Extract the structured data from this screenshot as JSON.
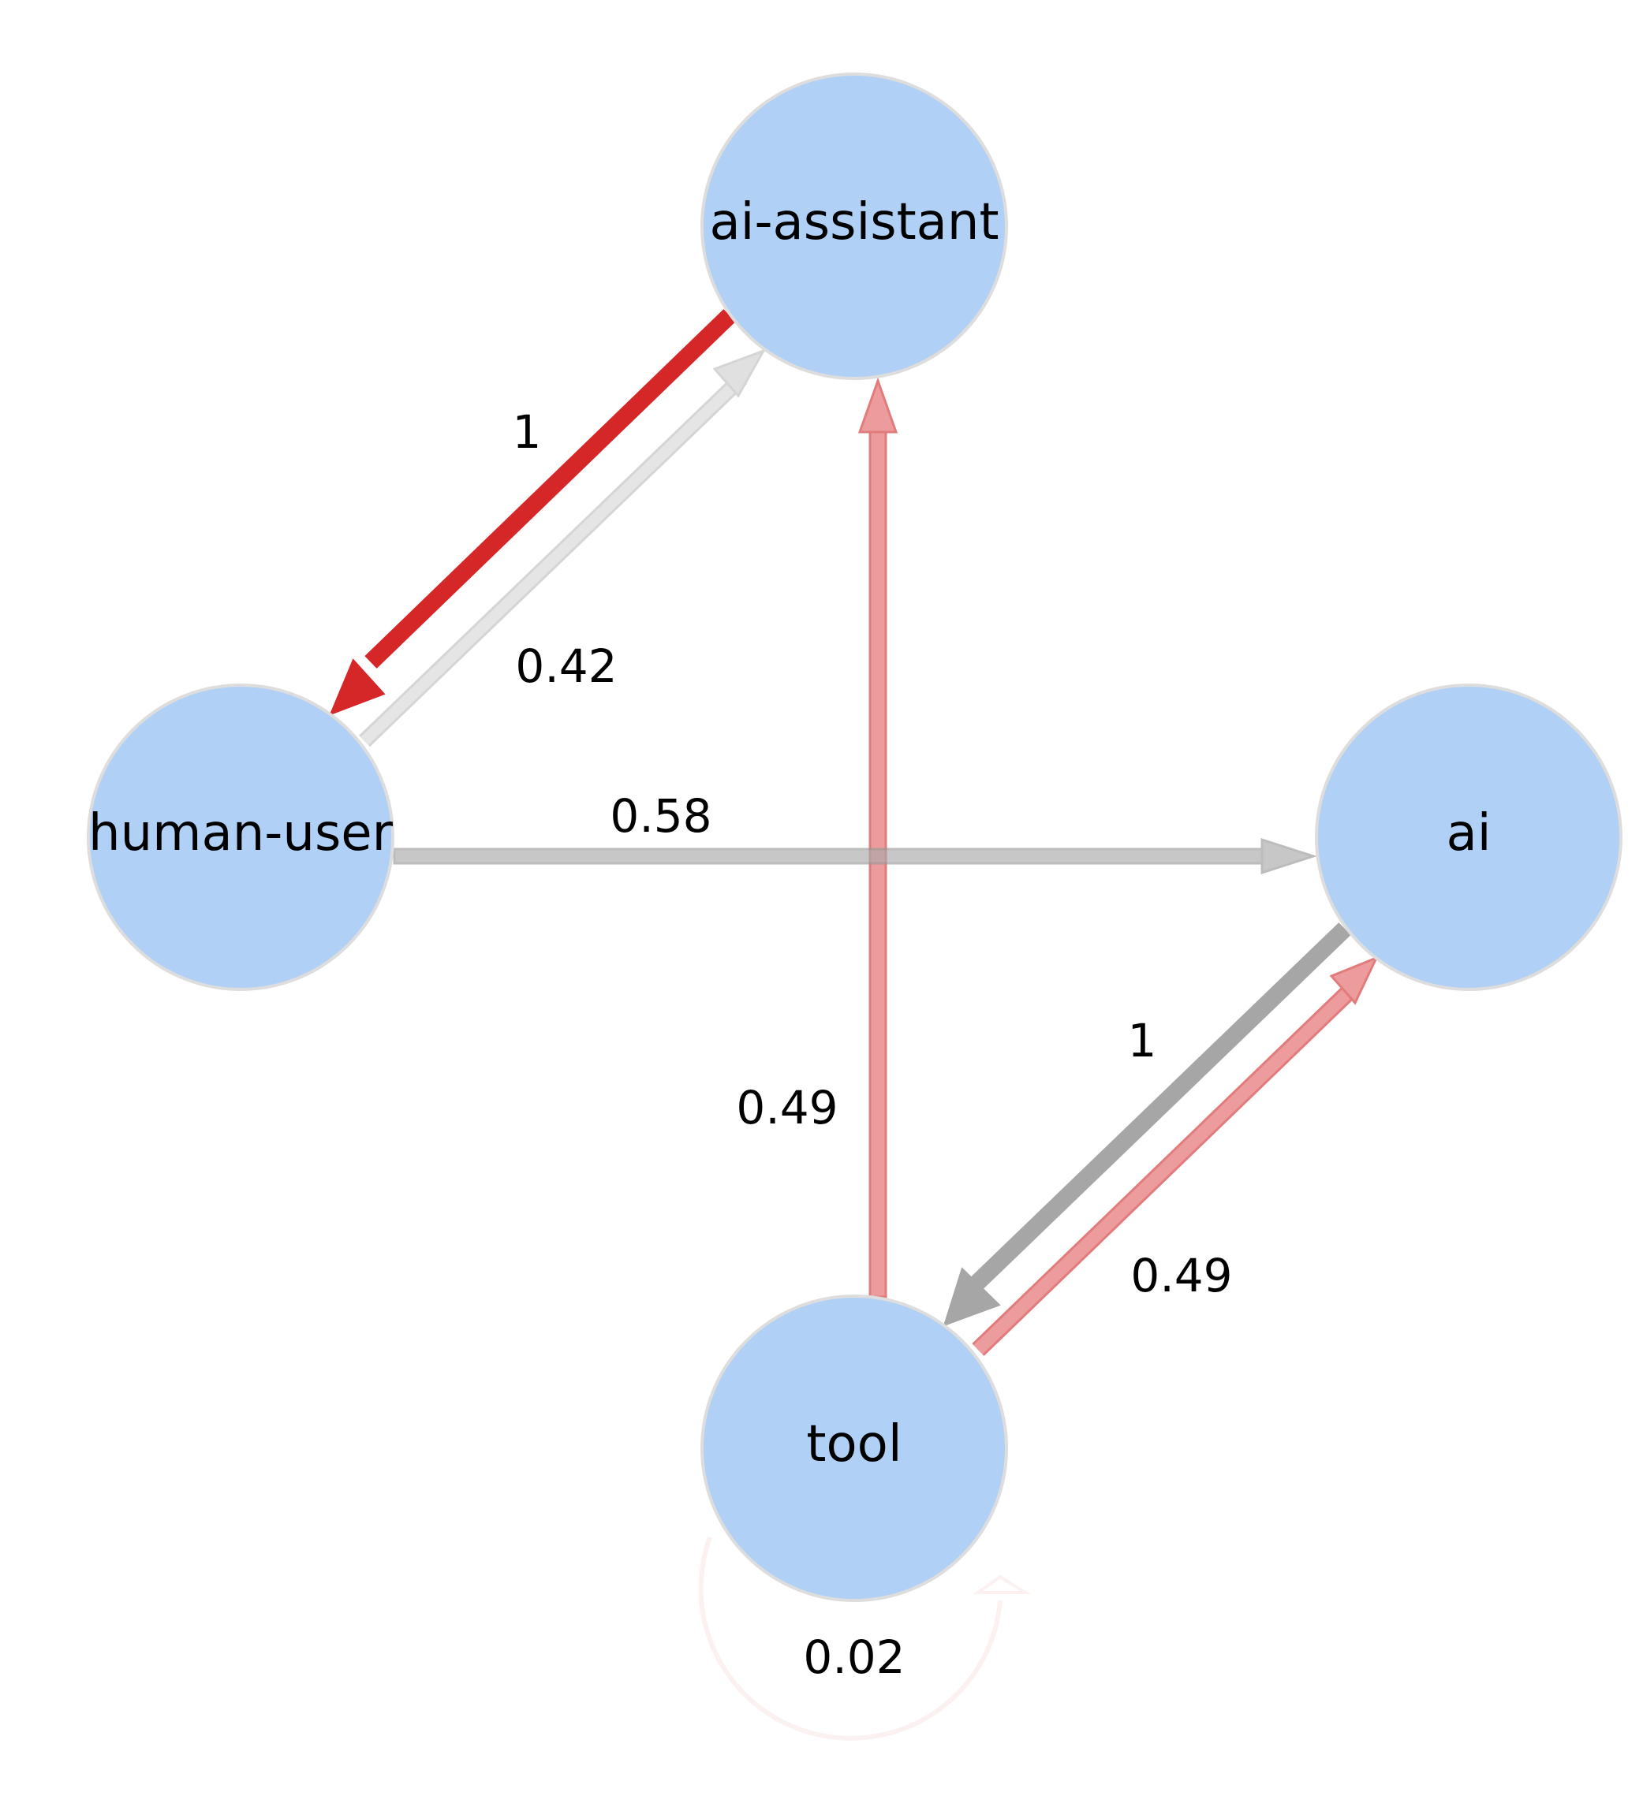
{
  "graph": {
    "nodes": [
      {
        "id": "ai-assistant",
        "label": "ai-assistant"
      },
      {
        "id": "human-user",
        "label": "human-user"
      },
      {
        "id": "ai",
        "label": "ai"
      },
      {
        "id": "tool",
        "label": "tool"
      }
    ],
    "edges": [
      {
        "id": "e1",
        "from": "ai-assistant",
        "to": "human-user",
        "label": "1",
        "color": "#d62728",
        "opacity": 1.0
      },
      {
        "id": "e2",
        "from": "human-user",
        "to": "ai-assistant",
        "label": "0.42",
        "color": "#bfbfbf",
        "opacity": 0.65
      },
      {
        "id": "e3",
        "from": "human-user",
        "to": "ai",
        "label": "0.58",
        "color": "#a6a6a6",
        "opacity": 0.6
      },
      {
        "id": "e4",
        "from": "tool",
        "to": "ai-assistant",
        "label": "0.49",
        "color": "#e06666",
        "opacity": 0.7
      },
      {
        "id": "e5",
        "from": "ai",
        "to": "tool",
        "label": "1",
        "color": "#a0a0a0",
        "opacity": 1.0
      },
      {
        "id": "e6",
        "from": "tool",
        "to": "ai",
        "label": "0.49",
        "color": "#e06666",
        "opacity": 0.7
      },
      {
        "id": "e7",
        "from": "tool",
        "to": "tool",
        "label": "0.02",
        "color": "#f4cccc",
        "opacity": 0.25
      }
    ],
    "node_fill": "#b0d0f6",
    "node_stroke": "#dddddd"
  }
}
